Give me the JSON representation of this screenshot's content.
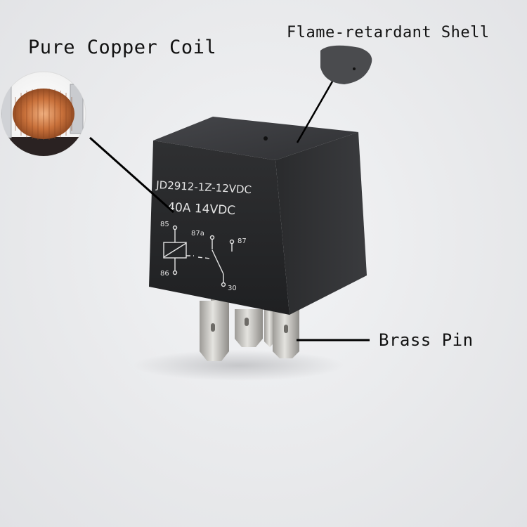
{
  "callouts": {
    "coil": "Pure Copper Coil",
    "shell": "Flame-retardant Shell",
    "pins": "Brass Pin"
  },
  "relay": {
    "model": "JD2912-1Z-12VDC",
    "rating": "40A  14VDC",
    "terminals": {
      "t85": "85",
      "t86": "86",
      "t87a": "87a",
      "t87": "87",
      "t30": "30"
    }
  },
  "colors": {
    "shell": "#2b2c2e",
    "shell_top": "#3a3b3d",
    "pin": "#c9c7c2",
    "copper": "#c8703a",
    "leader_line": "#000000",
    "background": "#eaebed"
  }
}
